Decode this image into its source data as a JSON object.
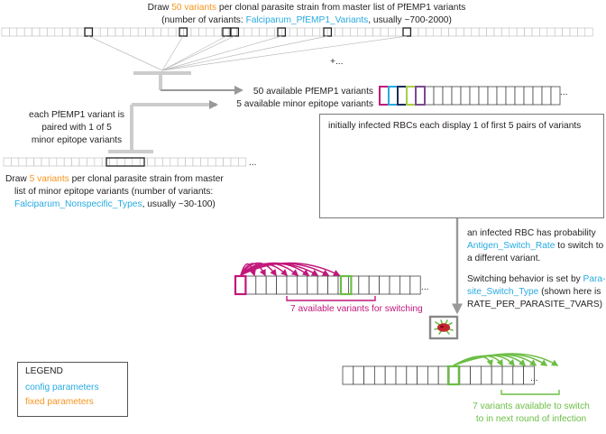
{
  "top_text": {
    "l1_pre": "Draw ",
    "l1_num": "50 variants",
    "l1_post": " per clonal parasite strain from master list of PfEMP1 variants",
    "l2_pre": "(number of variants: ",
    "l2_param": "Falciparum_PfEMP1_Variants",
    "l2_post": ", usually ~700-2000)"
  },
  "top_plus": "+...",
  "available_pfemp1": "50 available PfEMP1 variants",
  "available_minor": "5 available minor epitope variants",
  "pairing_text": [
    "each PfEMP1 variant is",
    "paired with 1 of 5",
    "minor epitope variants"
  ],
  "minor_text": {
    "l1_pre": "Draw ",
    "l1_num": "5 variants",
    "l1_post": " per clonal parasite strain from master",
    "l2": "list of minor epitope variants (number of variants:",
    "l3_param": "Falciparum_Nonspecific_Types",
    "l3_post": ", usually ~30-100)"
  },
  "infected_title": "initially infected RBCs each display 1 of first 5 pairs of variants",
  "switch_text": {
    "l1": "an infected RBC has probability",
    "l2_param": "Antigen_Switch_Rate",
    "l2_post": " to switch to",
    "l3": "a different variant.",
    "l4_pre": "Switching behavior is set by ",
    "l4_param": "Para-",
    "l5_param": "site_Switch_Type",
    "l5_post": " (shown here is",
    "l6": "RATE_PER_PARASITE_7VARS)"
  },
  "switching_label": "7 available variants for switching",
  "next_round_label": [
    "7 variants available to switch",
    "to in next round of infection"
  ],
  "ellipsis": "...",
  "legend": {
    "title": "LEGEND",
    "config": "config parameters",
    "fixed": "fixed parameters"
  },
  "colors": {
    "config": "#27aae1",
    "fixed": "#f7941d",
    "pink": "#c2177b",
    "green": "#6cbe45",
    "teal": "#27aae1",
    "navy": "#1c2d5a",
    "lime": "#a8cf45",
    "purple": "#7b4a8f",
    "rbc": "#c1272d",
    "bracket": "#cccccc",
    "arrow": "#999999"
  }
}
